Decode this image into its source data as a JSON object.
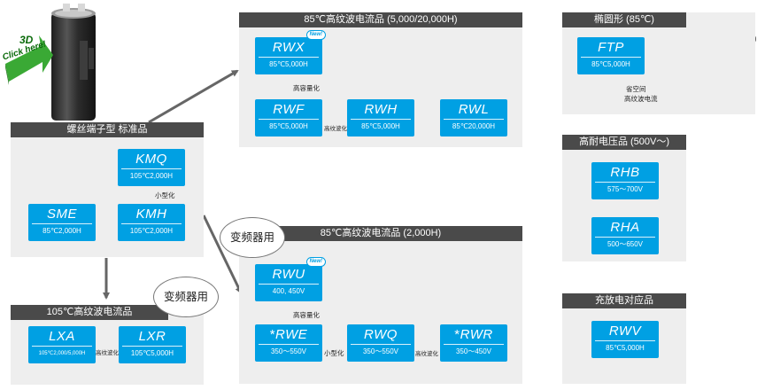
{
  "click_badge": {
    "line1": "3D",
    "line2": "Click here!"
  },
  "screw_terminal": {
    "title": "螺丝端子型 标准品",
    "products": [
      {
        "name": "KMQ",
        "spec": "105℃2,000H"
      },
      {
        "name": "SME",
        "spec": "85℃2,000H"
      },
      {
        "name": "KMH",
        "spec": "105℃2,000H"
      }
    ],
    "label_miniaturize": "小型化"
  },
  "ripple_105": {
    "title": "105℃高纹波电流品",
    "products": [
      {
        "name": "LXA",
        "spec": "105℃2,000/5,000H"
      },
      {
        "name": "LXR",
        "spec": "105℃5,000H"
      }
    ],
    "label_ripple": "高纹波化"
  },
  "ripple_85_5000": {
    "title": "85℃高纹波电流品 (5,000/20,000H)",
    "products": [
      {
        "name": "RWX",
        "spec": "85℃5,000H",
        "badge": "New!"
      },
      {
        "name": "RWF",
        "spec": "85℃5,000H"
      },
      {
        "name": "RWH",
        "spec": "85℃5,000H"
      },
      {
        "name": "RWL",
        "spec": "85℃20,000H"
      }
    ],
    "label_capacity": "高容量化",
    "label_ripple": "高纹波化"
  },
  "ripple_85_2000": {
    "title": "85℃高纹波电流品 (2,000H)",
    "products": [
      {
        "name": "RWU",
        "spec": "400, 450V",
        "badge": "New!"
      },
      {
        "name": "RWE",
        "spec": "350～550V",
        "star": "*"
      },
      {
        "name": "RWQ",
        "spec": "350～550V"
      },
      {
        "name": "RWR",
        "spec": "350～450V",
        "star": "*"
      }
    ],
    "label_capacity": "高容量化",
    "label_miniaturize": "小型化",
    "label_ripple": "高纹波化"
  },
  "bubbles": {
    "inverter_1": "变频器用",
    "inverter_2": "变频器用"
  },
  "oval": {
    "title": "椭圆形 (85℃)",
    "products": [
      {
        "name": "FTP",
        "spec": "85℃5,000H"
      }
    ],
    "note_line1": "省空间",
    "note_line2": "高纹波电流"
  },
  "high_voltage": {
    "title": "高耐电压品 (500V～)",
    "products": [
      {
        "name": "RHB",
        "spec": "575～700V"
      },
      {
        "name": "RHA",
        "spec": "500～650V"
      }
    ]
  },
  "charge_discharge": {
    "title": "充放电对应品",
    "products": [
      {
        "name": "RWV",
        "spec": "85℃5,000H"
      }
    ]
  },
  "colors": {
    "accent": "#00a0e3",
    "panel": "#eeeeee",
    "title_bar": "#4a4a4a",
    "arrow": "#666666",
    "badge_green": "#3aa935"
  }
}
